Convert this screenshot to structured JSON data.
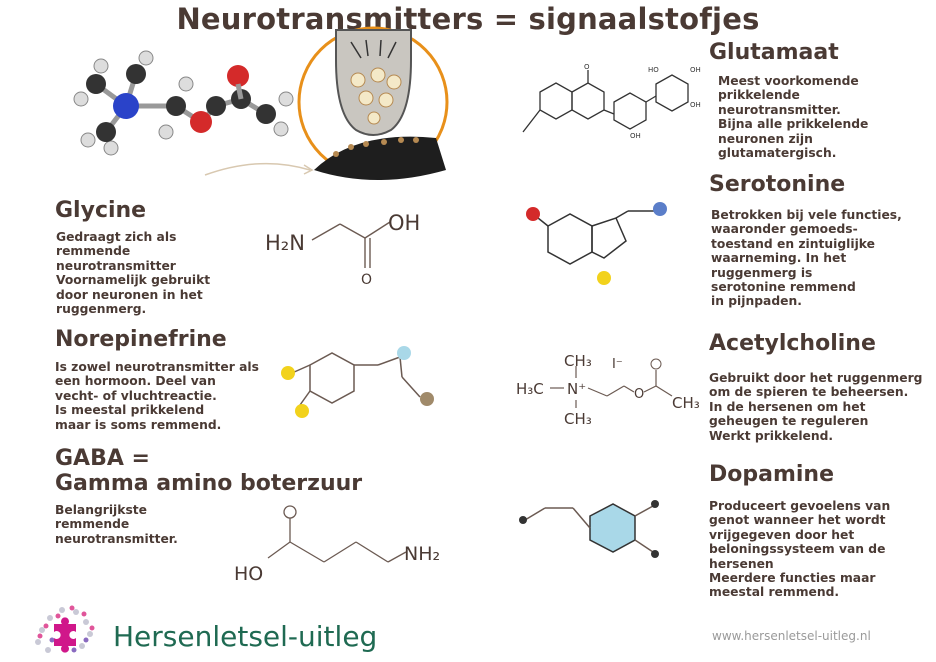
{
  "title": "Neurotransmitters = signaalstofjes",
  "sections": {
    "glutamaat": {
      "heading": "Glutamaat",
      "lines": [
        "Meest voorkomende",
        "prikkelende",
        "neurotransmitter.",
        "Bijna alle prikkelende",
        "neuronen zijn",
        "glutamatergisch."
      ]
    },
    "serotonine": {
      "heading": "Serotonine",
      "lines": [
        "Betrokken bij vele functies,",
        "waaronder gemoeds-",
        "toestand en zintuiglijke",
        "waarneming. In het",
        "ruggenmerg is",
        "serotonine remmend",
        "in pijnpaden."
      ]
    },
    "acetylcholine": {
      "heading": "Acetylcholine",
      "lines": [
        "Gebruikt door het ruggenmerg",
        "om de spieren te beheersen.",
        "In de hersenen om het",
        "geheugen te reguleren",
        "Werkt prikkelend."
      ]
    },
    "dopamine": {
      "heading": "Dopamine",
      "lines": [
        "Produceert gevoelens van",
        "genot wanneer het wordt",
        "vrijgegeven door het",
        "beloningssysteem van de",
        "hersenen",
        "Meerdere functies maar",
        "meestal remmend."
      ]
    },
    "glycine": {
      "heading": "Glycine",
      "lines": [
        "Gedraagt zich als",
        "remmende",
        "neurotransmitter",
        "Voornamelijk gebruikt",
        "door neuronen in het",
        "ruggenmerg."
      ]
    },
    "norepinefrine": {
      "heading": "Norepinefrine",
      "lines": [
        "Is zowel neurotransmitter als",
        "een hormoon. Deel van",
        "vecht- of vluchtreactie.",
        "Is meestal prikkelend",
        "maar is soms remmend."
      ]
    },
    "gaba": {
      "heading_line1": "GABA =",
      "heading_line2": "Gamma amino boterzuur",
      "lines": [
        "Belangrijkste",
        "remmende",
        "neurotransmitter."
      ]
    }
  },
  "formulas": {
    "glycine_amine": "H₂N",
    "glycine_oh": "OH",
    "acetyl_ch3_top": "CH₃",
    "acetyl_iodide": "I⁻",
    "acetyl_h3c": "H₃C",
    "acetyl_n": "N⁺",
    "acetyl_ch3_right": "CH₃",
    "acetyl_ch3_bottom": "CH₃",
    "gaba_ho": "HO",
    "gaba_nh2": "NH₂"
  },
  "footer": {
    "brand": "Hersenletsel-uitleg",
    "url": "www.hersenletsel-uitleg.nl"
  },
  "colors": {
    "text": "#4a3a34",
    "brand": "#1f6a52",
    "accent_orange": "#e8901a",
    "atom_yellow": "#f2d21c",
    "atom_blue": "#5b7ec9",
    "atom_red": "#d42a2a",
    "dopamine_ring": "#a9d8e8"
  },
  "icons": {
    "logo": "brain-puzzle-logo",
    "synapse": "synapse-illustration",
    "acetylcholine_3d": "ball-and-stick-molecule"
  }
}
